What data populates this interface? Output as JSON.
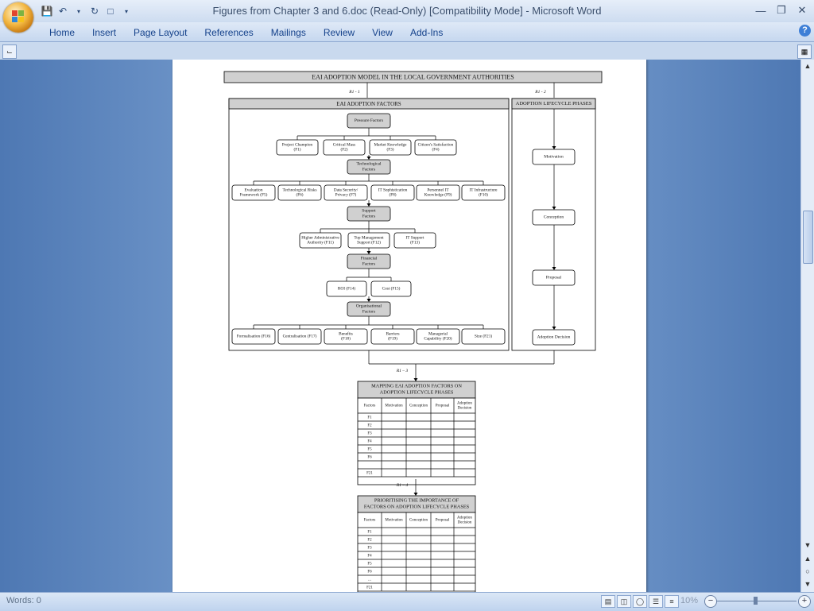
{
  "window": {
    "title": "Figures from Chapter 3 and 6.doc (Read-Only) [Compatibility Mode] - Microsoft Word"
  },
  "ribbon_tabs": [
    "Home",
    "Insert",
    "Page Layout",
    "References",
    "Mailings",
    "Review",
    "View",
    "Add-Ins"
  ],
  "status": {
    "words": "Words: 0",
    "zoom": "10%"
  },
  "figure": {
    "title": "EAI ADOPTION MODEL IN THE LOCAL GOVERNMENT AUTHORITIES",
    "labels": {
      "r1": "R1 - 1",
      "r2": "R1 - 2",
      "r3": "R1 – 3",
      "r4": "R1 – 4"
    },
    "factors_header": "EAI ADOPTION FACTORS",
    "phases_header": "ADOPTION LIFECYCLE PHASES",
    "groups": [
      {
        "name": [
          "Pressure Factors"
        ],
        "items": [
          [
            "Project Champion",
            "(F1)"
          ],
          [
            "Critical Mass",
            "(F2)"
          ],
          [
            "Market Knowledge",
            "(F3)"
          ],
          [
            "Citizen's Satisfaction",
            "(F4)"
          ]
        ]
      },
      {
        "name": [
          "Technological",
          "Factors"
        ],
        "items": [
          [
            "Evaluation",
            "Framework (F5)"
          ],
          [
            "Technological Risks",
            "(F6)"
          ],
          [
            "Data Security/",
            "Privacy (F7)"
          ],
          [
            "IT Sophistication",
            "(F8)"
          ],
          [
            "Personnel IT",
            "Knowledge (F9)"
          ],
          [
            "IT Infrastructure",
            "(F10)"
          ]
        ]
      },
      {
        "name": [
          "Support",
          "Factors"
        ],
        "items": [
          [
            "Higher Administrative",
            "Authority (F11)"
          ],
          [
            "Top Management",
            "Support (F12)"
          ],
          [
            "IT Support",
            "(F13)"
          ]
        ]
      },
      {
        "name": [
          "Financial",
          "Factors"
        ],
        "items": [
          [
            "ROI (F14)"
          ],
          [
            "Cost (F15)"
          ]
        ]
      },
      {
        "name": [
          "Organisational",
          "Factors"
        ],
        "items": [
          [
            "Formalisation (F16)"
          ],
          [
            "Centralisation (F17)"
          ],
          [
            "Benefits",
            "(F18)"
          ],
          [
            "Barriers",
            "(F19)"
          ],
          [
            "Managerial",
            "Capability (F20)"
          ],
          [
            "Size (F21)"
          ]
        ]
      }
    ],
    "phases": [
      "Motivation",
      "Conception",
      "Proposal",
      "Adoption Decision"
    ],
    "table1": {
      "title": [
        "MAPPING EAI ADOPTION FACTORS ON",
        "ADOPTION LIFECYCLE PHASES"
      ],
      "headers": [
        [
          "Factors"
        ],
        [
          "Motivation"
        ],
        [
          "Conception"
        ],
        [
          "Proposal"
        ],
        [
          "Adoption",
          "Decision"
        ]
      ],
      "rows": [
        "F1",
        "F2",
        "F3",
        "F4",
        "F5",
        "F6",
        "",
        "F21"
      ]
    },
    "table2": {
      "title": [
        "PRIORITISING THE IMPORTANCE OF",
        "FACTORS ON ADOPTION LIFECYCLE PHASES"
      ],
      "headers": [
        [
          "Factors"
        ],
        [
          "Motivation"
        ],
        [
          "Conception"
        ],
        [
          "Proposal"
        ],
        [
          "Adoption",
          "Decision"
        ]
      ],
      "rows": [
        "F1",
        "F2",
        "F3",
        "F4",
        "F5",
        "F6",
        "...",
        "F21"
      ]
    }
  }
}
